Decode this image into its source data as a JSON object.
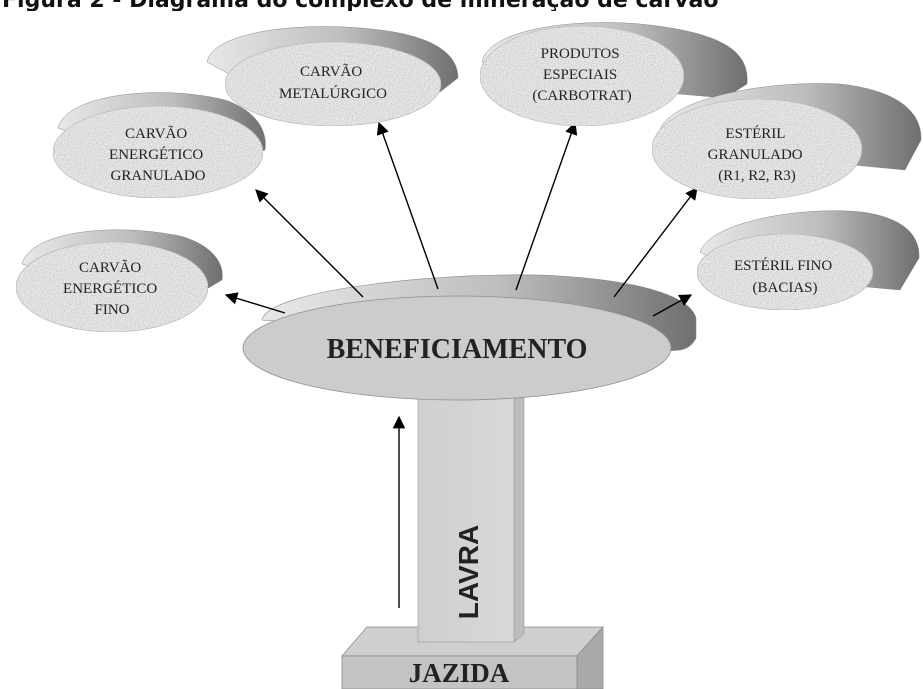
{
  "header": {
    "caption_fragment": "Figura 2 - Diagrama do complexo de mineração de carvão"
  },
  "diagram": {
    "center": {
      "label": "BENEFICIAMENTO"
    },
    "pillar": {
      "label": "LAVRA"
    },
    "base": {
      "label": "JAZIDA"
    },
    "outputs": [
      {
        "id": "carvao-energetico-fino",
        "lines": [
          "CARVÃO",
          "ENERGÉTICO",
          "FINO"
        ]
      },
      {
        "id": "carvao-energetico-granulado",
        "lines": [
          "CARVÃO",
          "ENERGÉTICO",
          "GRANULADO"
        ]
      },
      {
        "id": "carvao-metalurgico",
        "lines": [
          "CARVÃO",
          "METALÚRGICO"
        ]
      },
      {
        "id": "produtos-especiais",
        "lines": [
          "PRODUTOS",
          "ESPECIAIS",
          "(CARBOTRAT)"
        ]
      },
      {
        "id": "esteril-granulado",
        "lines": [
          "ESTÉRIL",
          "GRANULADO",
          "(R1, R2, R3)"
        ]
      },
      {
        "id": "esteril-fino",
        "lines": [
          "ESTÉRIL FINO",
          "(BACIAS)"
        ]
      }
    ]
  }
}
